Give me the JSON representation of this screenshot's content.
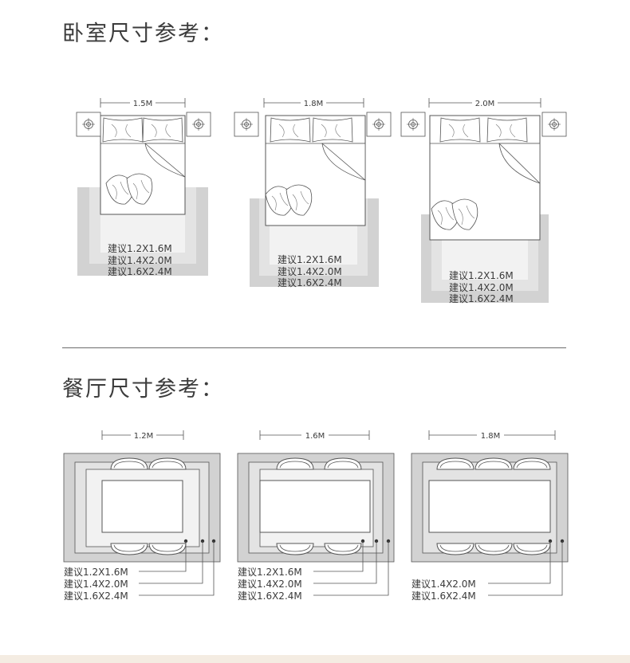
{
  "bedroom": {
    "title": "卧室尺寸参考：",
    "plans": [
      {
        "width_label": "1.5M",
        "rugs": [
          "建议1.2X1.6M",
          "建议1.4X2.0M",
          "建议1.6X2.4M"
        ]
      },
      {
        "width_label": "1.8M",
        "rugs": [
          "建议1.2X1.6M",
          "建议1.4X2.0M",
          "建议1.6X2.4M"
        ]
      },
      {
        "width_label": "2.0M",
        "rugs": [
          "建议1.2X1.6M",
          "建议1.4X2.0M",
          "建议1.6X2.4M"
        ]
      }
    ]
  },
  "dining": {
    "title": "餐厅尺寸参考：",
    "plans": [
      {
        "width_label": "1.2M",
        "rugs": [
          "建议1.2X1.6M",
          "建议1.4X2.0M",
          "建议1.6X2.4M"
        ]
      },
      {
        "width_label": "1.6M",
        "rugs": [
          "建议1.2X1.6M",
          "建议1.4X2.0M",
          "建议1.6X2.4M"
        ]
      },
      {
        "width_label": "1.8M",
        "rugs": [
          "建议1.4X2.0M",
          "建议1.6X2.4M"
        ]
      }
    ]
  },
  "colors": {
    "rug_outer": "#d2d2d2",
    "rug_middle": "#e3e3e3",
    "rug_inner": "#f2f2f2",
    "line": "#555555",
    "divider": "#6b6b6b",
    "bottom_band": "#f4ece2"
  }
}
